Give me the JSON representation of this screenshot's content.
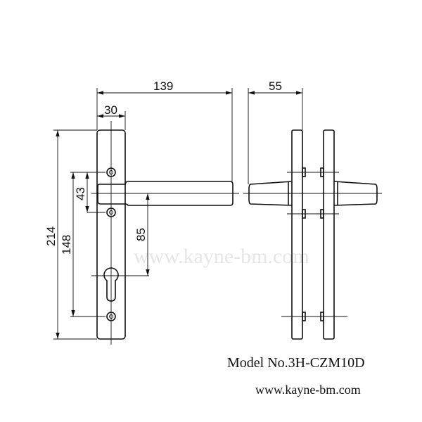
{
  "drawing": {
    "dimensions": {
      "overall_length": "139",
      "plate_width": "30",
      "plate_height": "214",
      "screw_spacing": "148",
      "upper_screw_to_spindle": "43",
      "backset_spindle_to_cylinder": "85",
      "handle_projection": "55"
    },
    "watermark": "www.kayne-bm.com"
  },
  "caption": {
    "model": "Model No.3H-CZM10D",
    "website": "www.kayne-bm.com"
  }
}
